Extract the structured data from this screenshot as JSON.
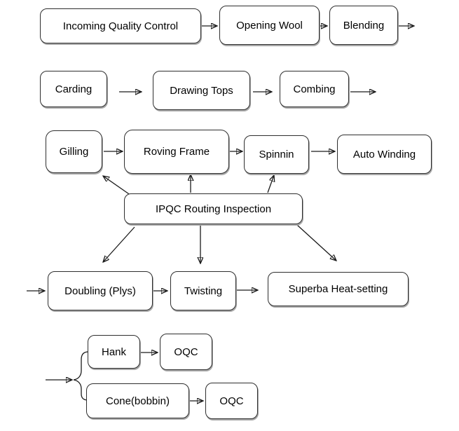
{
  "diagram": {
    "title": "Wool yarn manufacturing process flowchart",
    "colors": {
      "background": "#ffffff",
      "box_fill": "#ffffff",
      "box_border": "#2e2e2e",
      "box_shadow": "#a8a8a8",
      "arrow": "#1a1a1a",
      "text": "#000000"
    },
    "nodes": {
      "incoming_quality_control": "Incoming Quality Control",
      "opening_wool": "Opening Wool",
      "blending": "Blending",
      "carding": "Carding",
      "drawing_tops": "Drawing Tops",
      "combing": "Combing",
      "gilling": "Gilling",
      "roving_frame": "Roving Frame",
      "spinnin": "Spinnin",
      "auto_winding": "Auto Winding",
      "ipqc_routing_inspection": "IPQC Routing Inspection",
      "doubling_plys": "Doubling (Plys)",
      "twisting": "Twisting",
      "superba_heat_setting": "Superba Heat-setting",
      "hank": "Hank",
      "oqc_after_hank": "OQC",
      "cone_bobbin": "Cone(bobbin)",
      "oqc_after_cone": "OQC"
    },
    "edges": [
      "Incoming Quality Control -> Opening Wool",
      "Opening Wool -> Blending",
      "Blending -> (continues right)",
      "Carding -> Drawing Tops",
      "Drawing Tops -> Combing",
      "Combing -> (continues right)",
      "Gilling -> Roving Frame",
      "Roving Frame -> Spinnin",
      "Spinnin -> Auto Winding",
      "IPQC Routing Inspection -> Gilling",
      "IPQC Routing Inspection -> Roving Frame",
      "IPQC Routing Inspection -> Spinnin",
      "IPQC Routing Inspection -> Doubling (Plys)",
      "IPQC Routing Inspection -> Twisting",
      "IPQC Routing Inspection -> Superba Heat-setting",
      "(from left) -> Doubling (Plys)",
      "Doubling (Plys) -> Twisting",
      "Twisting -> Superba Heat-setting",
      "(from left) -> fork { Hank | Cone(bobbin) }",
      "Hank -> OQC",
      "Cone(bobbin) -> OQC"
    ]
  }
}
